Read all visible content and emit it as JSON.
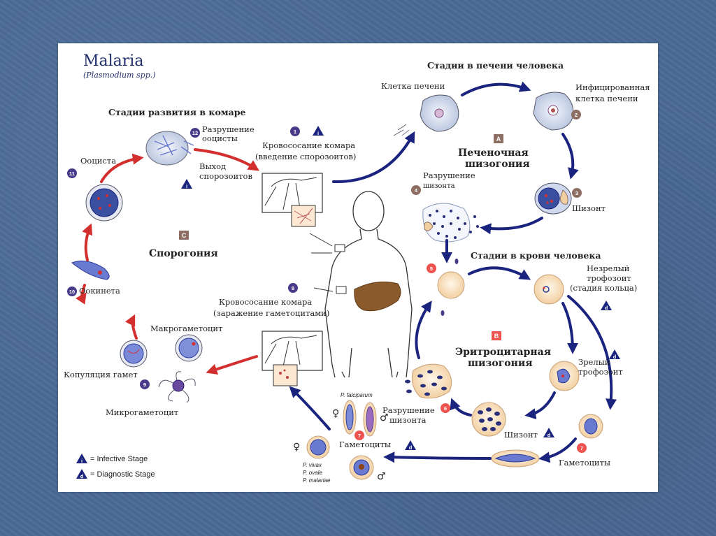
{
  "title": "Malaria",
  "subtitle": "(Plasmodium spp.)",
  "sections": {
    "mosquito_stages": "Стадии развития в комаре",
    "liver_stages": "Стадии в печени человека",
    "blood_stages": "Стадии в крови человека",
    "exo_schizogony_1": "Печеночная",
    "exo_schizogony_2": "шизогония",
    "sporogony": "Спорогония",
    "ery_schizogony_1": "Эритроцитарная",
    "ery_schizogony_2": "шизогония"
  },
  "section_letters": {
    "A": "A",
    "B": "B",
    "C": "C"
  },
  "labels": {
    "liver_cell": "Клетка печени",
    "infected_liver_1": "Инфицированная",
    "infected_liver_2": "клетка печени",
    "schizont_liver": "Шизонт",
    "ruptured_schizont_liver_1": "Разрушение",
    "ruptured_schizont_liver_2": "шизонта",
    "blood_meal_1_line1": "Кровососание комара",
    "blood_meal_1_line2": "(введение спорозоитов)",
    "oocyst_rupture_1": "Разрушение",
    "oocyst_rupture_2": "ооцисты",
    "sporozoite_release_1": "Выход",
    "sporozoite_release_2": "спорозоитов",
    "oocyst": "Ооциста",
    "ookinete": "Оокинета",
    "macrogametocyte": "Макрогаметоцит",
    "gamete_fusion": "Копуляция гамет",
    "microgametocyte": "Микрогаметоцит",
    "blood_meal_2_line1": "Кровососание комара",
    "blood_meal_2_line2": "(заражение гаметоцитами)",
    "immature_troph_1": "Незрелый",
    "immature_troph_2": "трофозоит",
    "immature_troph_3": "(стадия кольца)",
    "mature_troph_1": "Зрелый",
    "mature_troph_2": "трофозоит",
    "schizont_blood": "Шизонт",
    "ruptured_schizont_blood_1": "Разрушение",
    "ruptured_schizont_blood_2": "шизонта",
    "gametocytes_right": "Гаметоциты",
    "gametocytes_left": "Гаметоциты"
  },
  "species": {
    "falciparum": "P. falciparum",
    "vivax": "P. vivax",
    "ovale": "P. ovale",
    "malariae": "P. malariae"
  },
  "sex_symbols": {
    "female": "♀",
    "male": "♂"
  },
  "step_numbers": [
    "1",
    "2",
    "3",
    "4",
    "5",
    "6",
    "7",
    "8",
    "9",
    "10",
    "11",
    "12"
  ],
  "stage_marks": {
    "infective": "i",
    "diagnostic": "d"
  },
  "legend": {
    "infective": "= Infective Stage",
    "diagnostic": "= Diagnostic Stage"
  },
  "colors": {
    "human_cycle_arrow": "#1a237e",
    "mosquito_cycle_arrow": "#d32f2f",
    "number_badge": "#7b4f2b",
    "number_badge_red": "#e57373",
    "stage_triangle": "#1a237e",
    "letter_badge": "#8d6e63",
    "letter_badge_red": "#ef5350"
  }
}
